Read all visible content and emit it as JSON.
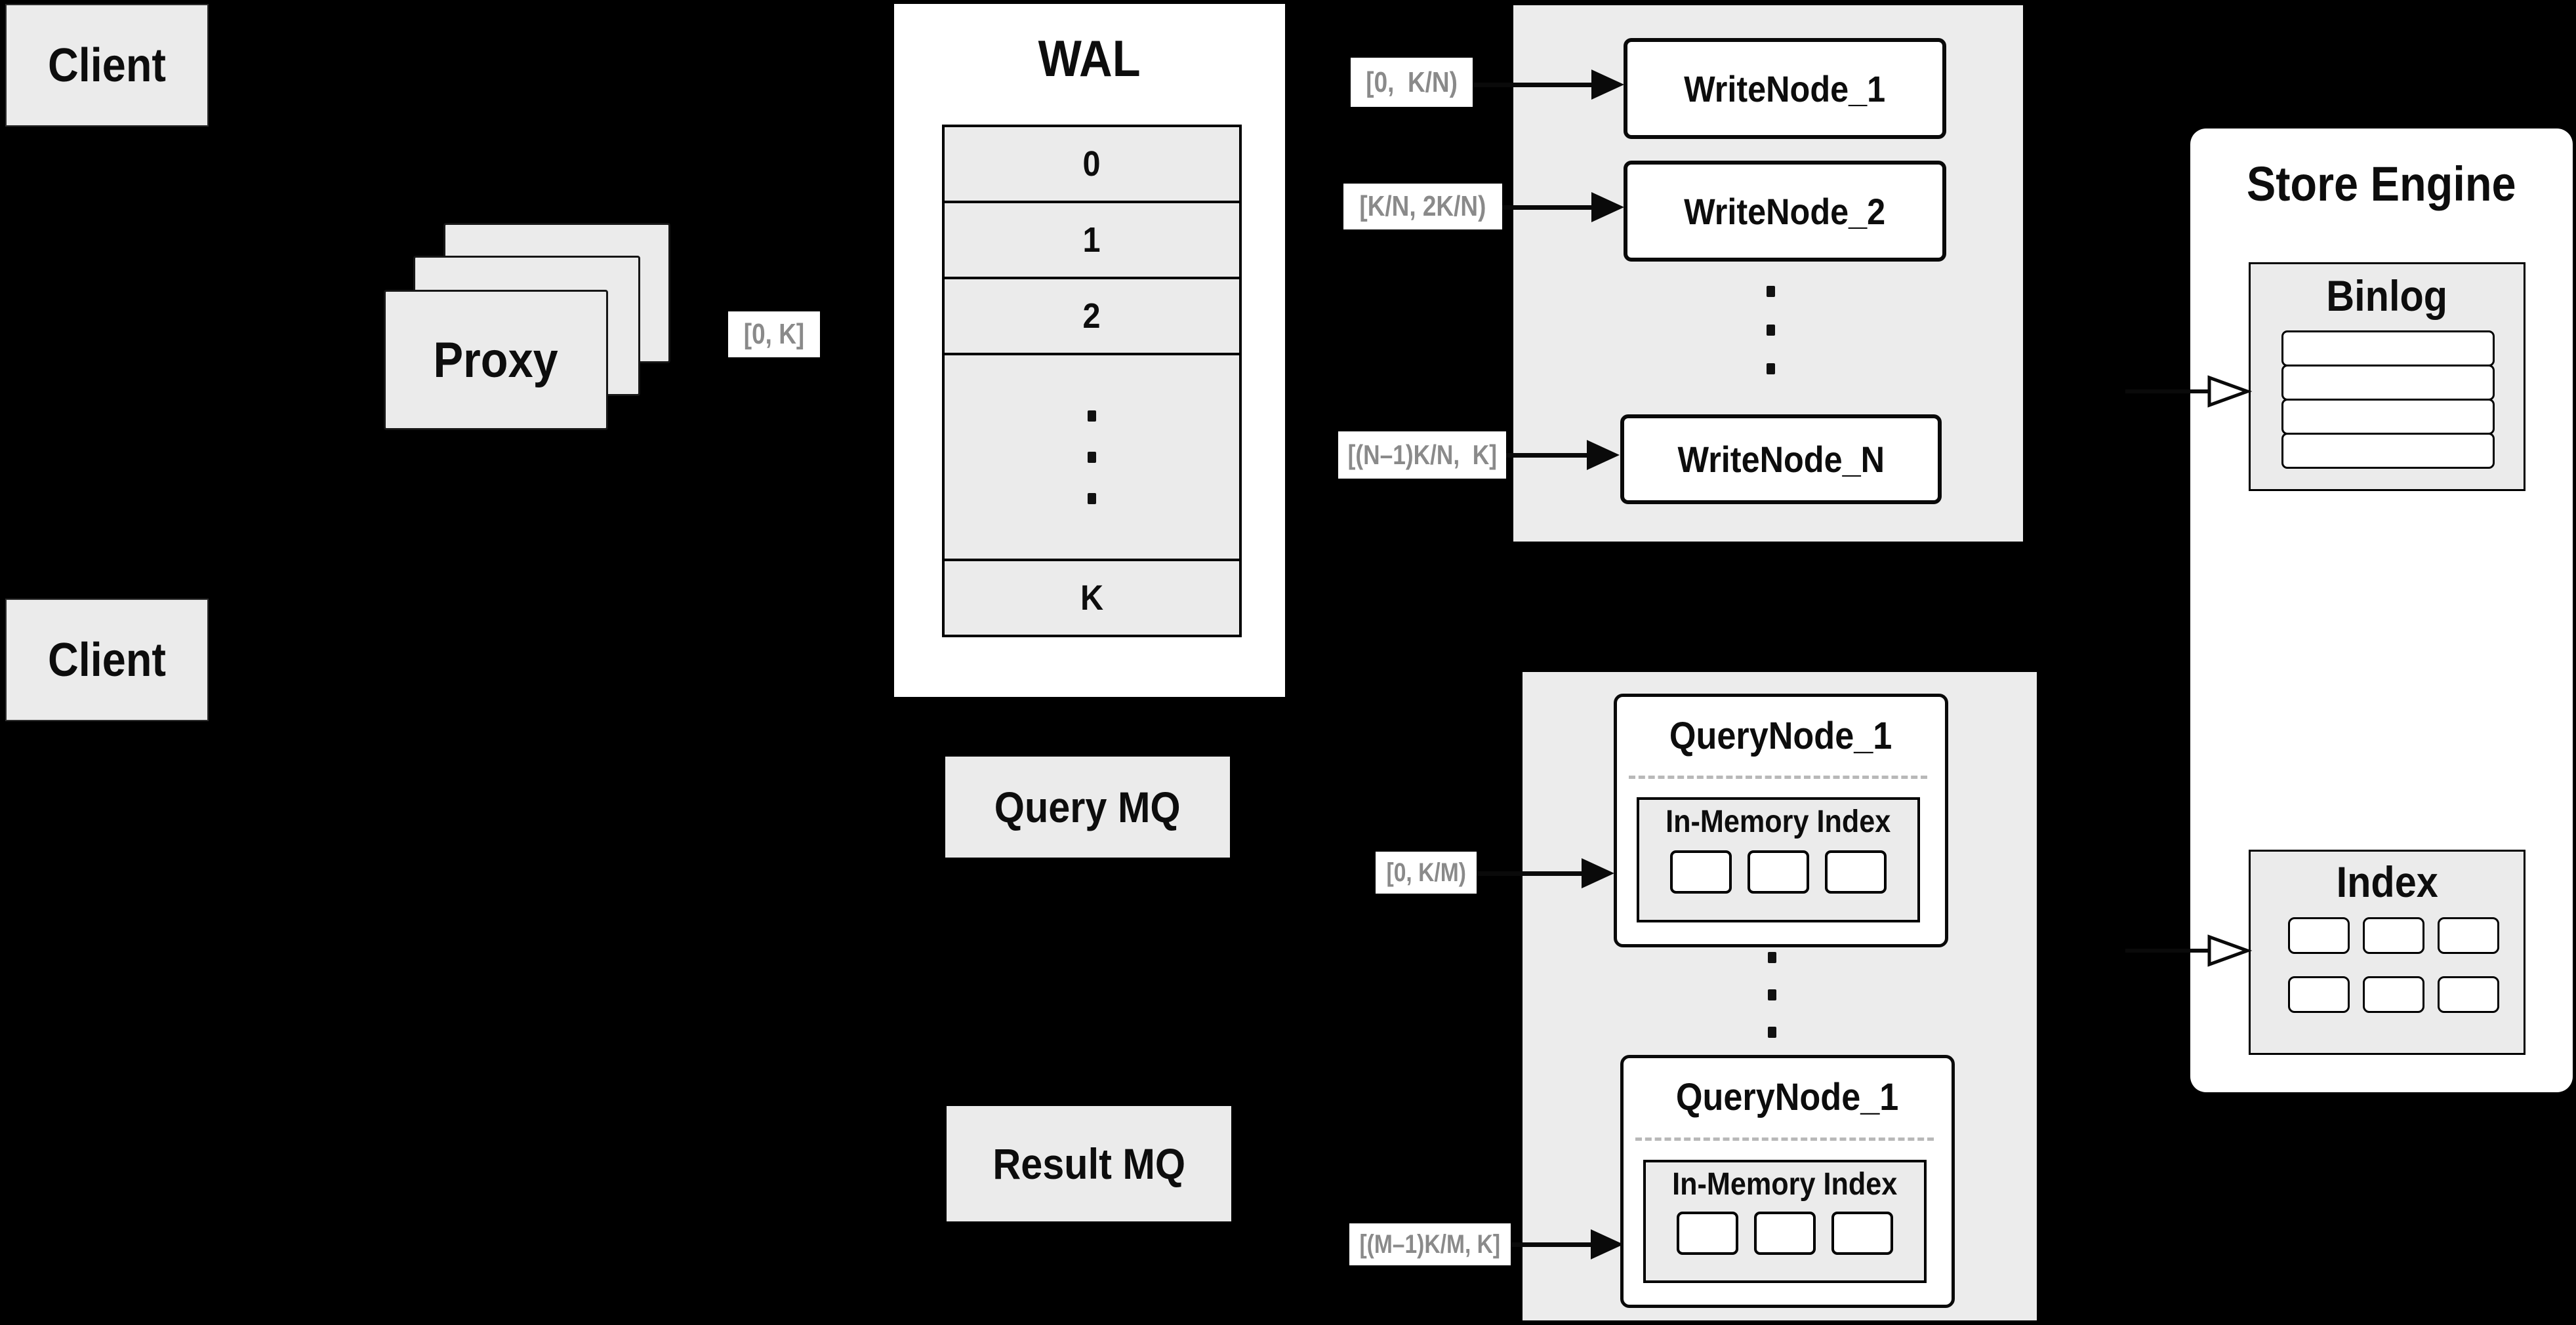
{
  "colors": {
    "background": "#000000",
    "panel_fill": "#ececec",
    "box_fill": "#ebebeb",
    "white": "#ffffff",
    "border": "#0a0a0a",
    "text": "#0d0d0d",
    "muted_text": "#8a8a8a"
  },
  "clients": {
    "top": "Client",
    "bottom": "Client"
  },
  "proxy": {
    "label": "Proxy",
    "range": "[0, K]"
  },
  "wal": {
    "title": "WAL",
    "rows": [
      "0",
      "1",
      "2"
    ],
    "row_k": "K"
  },
  "write_cluster": {
    "nodes": [
      "WriteNode_1",
      "WriteNode_2",
      "WriteNode_N"
    ],
    "ranges": [
      "[0,  K/N)",
      "[K/N, 2K/N)",
      "[(N–1)K/N,  K]"
    ]
  },
  "store_engine": {
    "title": "Store Engine",
    "binlog_title": "Binlog",
    "index_title": "Index"
  },
  "mq": {
    "query": "Query MQ",
    "result": "Result MQ"
  },
  "query_cluster": {
    "nodes": [
      {
        "title": "QueryNode_1"
      },
      {
        "title": "QueryNode_1"
      }
    ],
    "inmemory_label": "In-Memory Index",
    "ranges": [
      "[0, K/M)",
      "[(M–1)K/M, K]"
    ]
  }
}
